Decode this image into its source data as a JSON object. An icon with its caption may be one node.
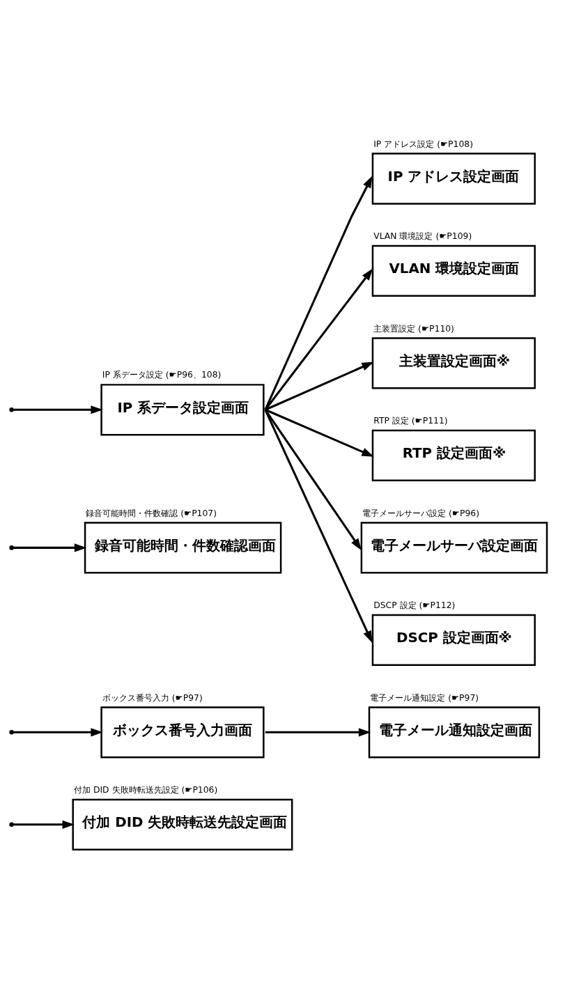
{
  "diagram": {
    "nodes": [
      {
        "text": [
          "付加 DID 失敗時転送先設定画面"
        ],
        "beside": [
          "付加 DID 失敗時転送先設定 (☛P106)"
        ]
      },
      {
        "text": [
          "ボックス番号入力画面"
        ],
        "beside": [
          "ボックス番号入力 (☛P97)"
        ]
      },
      {
        "text": [
          "録音可能時間・件数確認画面"
        ],
        "beside": [
          "録音可能時間・件数確認 (☛P107)"
        ]
      },
      {
        "text": [
          "IP 系データ設定画面"
        ],
        "beside": [
          "IP 系データ設定 (☛P96、108)"
        ]
      },
      {
        "text": [
          "電子メール通知設定画面"
        ],
        "beside": [
          "電子メール通知設定 (☛P97)"
        ]
      },
      {
        "text": [
          "IP アドレス設定画面"
        ],
        "beside": [
          "IP アドレス設定 (☛P108)"
        ]
      },
      {
        "text": [
          "VLAN 環境設定画面"
        ],
        "beside": [
          "VLAN 環境設定 (☛P109)"
        ]
      },
      {
        "text": [
          "主装置設定画面※"
        ],
        "beside": [
          "主装置設定 (☛P110)"
        ]
      },
      {
        "text": [
          "RTP 設定画面※"
        ],
        "beside": [
          "RTP 設定 (☛P111)"
        ]
      },
      {
        "text": [
          "電子メールサーバ設定画面"
        ],
        "beside": [
          "電子メールサーバ設定 (☛P96)"
        ]
      },
      {
        "text": [
          "DSCP 設定画面※"
        ],
        "beside": [
          "DSCP 設定 (☛P112)"
        ]
      }
    ],
    "edges": [
      {
        "from": null,
        "to": 0,
        "arrow": "to"
      },
      {
        "from": null,
        "to": 1,
        "arrow": "to"
      },
      {
        "from": null,
        "to": 2,
        "arrow": "to"
      },
      {
        "from": null,
        "to": 3,
        "arrow": "to"
      },
      {
        "from": 1,
        "to": 4,
        "arrow": "to"
      },
      {
        "from": 3,
        "to": 5,
        "arrow": "to"
      },
      {
        "from": 3,
        "to": 6,
        "arrow": "to"
      },
      {
        "from": 3,
        "to": 7,
        "arrow": "to"
      },
      {
        "from": 3,
        "to": 8,
        "arrow": "to"
      },
      {
        "from": 3,
        "to": 9,
        "arrow": "to"
      },
      {
        "from": 3,
        "to": 10,
        "arrow": "to"
      }
    ]
  }
}
